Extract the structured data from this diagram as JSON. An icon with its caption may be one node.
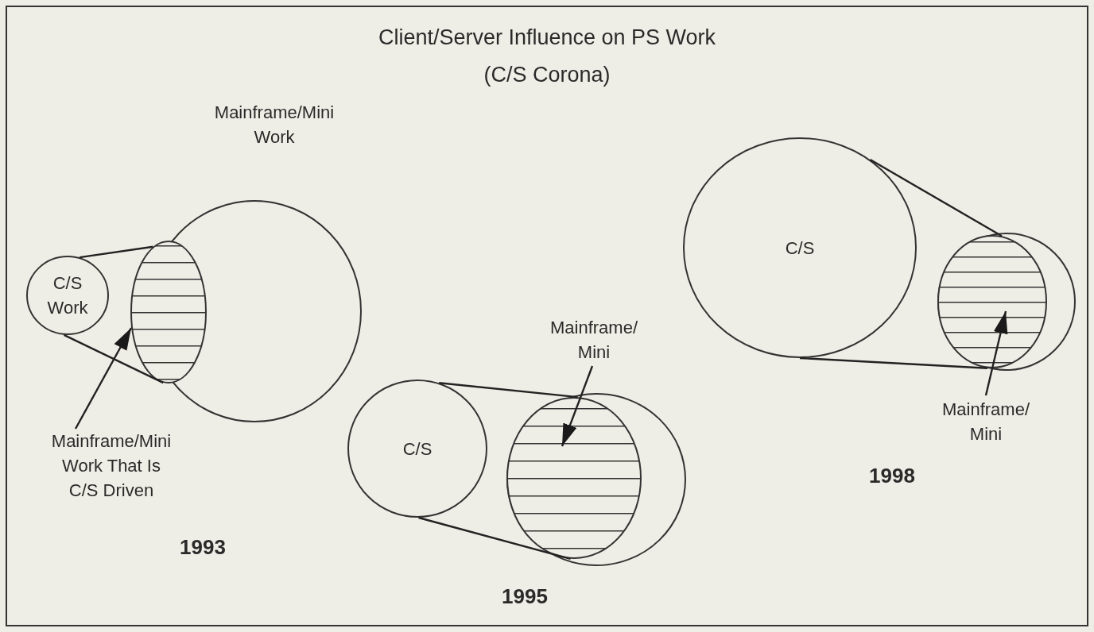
{
  "diagram": {
    "title": "Client/Server Influence on PS Work (C/S Corona)",
    "nodes": [
      {
        "text": [
          "C/S Work"
        ]
      },
      {
        "text": [
          "Mainframe/Mini Work"
        ]
      },
      {
        "text": [],
        "shape": "circle"
      },
      {
        "text": [
          "Mainframe/Mini Work That Is C/S Driven"
        ]
      },
      {
        "text": [
          "C/S"
        ]
      },
      {
        "text": [],
        "shape": "circle"
      },
      {
        "text": [],
        "shape": "circle",
        "in": 5
      },
      {
        "text": [
          "Mainframe/ Mini"
        ]
      },
      {
        "text": [
          "C/S"
        ]
      },
      {
        "text": [],
        "shape": "circle"
      },
      {
        "text": [],
        "shape": "circle",
        "in": 9
      },
      {
        "text": [
          "Mainframe/ Mini"
        ]
      }
    ],
    "edges": [
      {
        "from": 0,
        "to": 2,
        "arrow": "none"
      },
      {
        "from": 0,
        "to": 2,
        "arrow": "none"
      },
      {
        "from": 3,
        "to": 2,
        "arrow": "to"
      },
      {
        "from": 4,
        "to": 6,
        "arrow": "none"
      },
      {
        "from": 4,
        "to": 6,
        "arrow": "none"
      },
      {
        "from": 7,
        "to": 6,
        "arrow": "to"
      },
      {
        "from": 8,
        "to": 10,
        "arrow": "none"
      },
      {
        "from": 8,
        "to": 10,
        "arrow": "none"
      },
      {
        "from": 11,
        "to": 10,
        "arrow": "to"
      }
    ],
    "labels": [
      "1993",
      "1995",
      "1998"
    ]
  }
}
